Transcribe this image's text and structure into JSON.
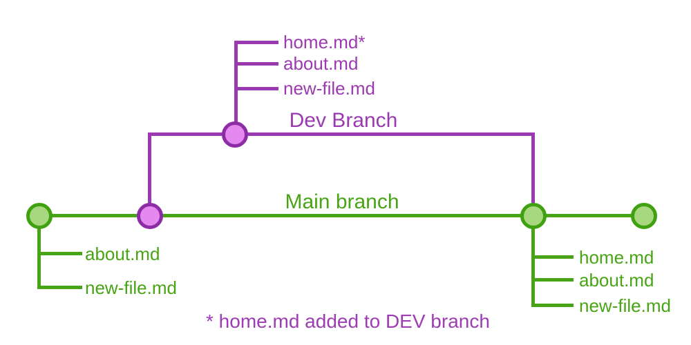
{
  "branches": {
    "dev": {
      "label": "Dev Branch",
      "files": [
        "home.md*",
        "about.md",
        "new-file.md"
      ]
    },
    "main": {
      "label": "Main branch",
      "branch_point_files": [
        "about.md",
        "new-file.md"
      ],
      "merge_point_files": [
        "home.md",
        "about.md",
        "new-file.md"
      ]
    }
  },
  "footnote": "* home.md added to DEV branch",
  "colors": {
    "main_branch_green": "#48a414",
    "main_node_fill": "#a8d780",
    "dev_branch_purple": "#9b3ab0",
    "dev_node_fill": "#e489ef",
    "dev_node_border": "#8d2da6"
  }
}
